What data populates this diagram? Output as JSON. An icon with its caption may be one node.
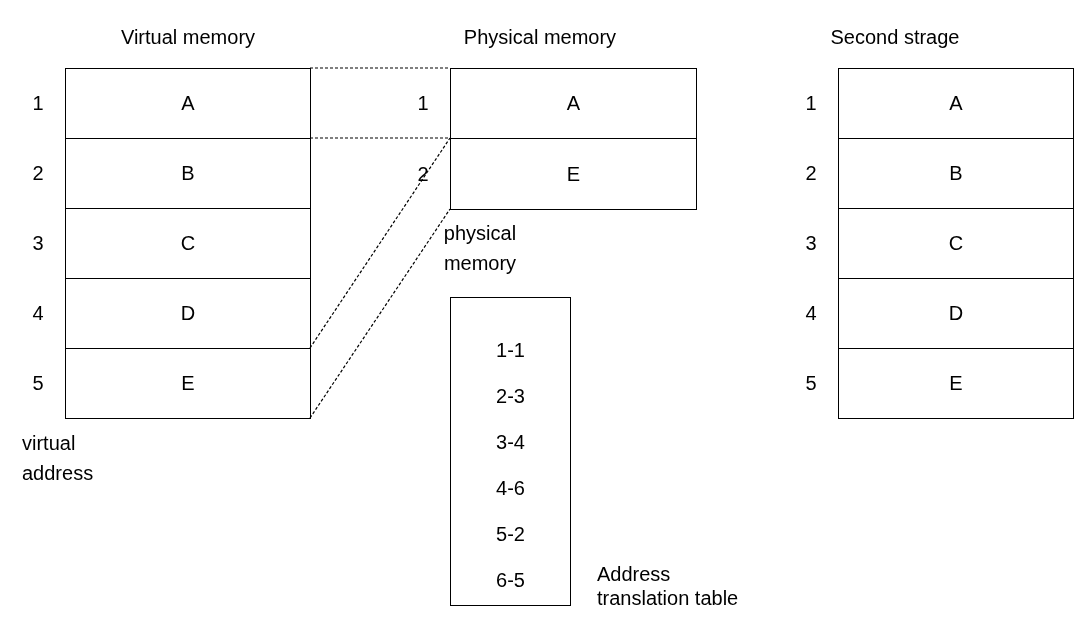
{
  "diagram": {
    "nodes": [
      {
        "text": [
          "Virtual memory"
        ]
      },
      {
        "text": [
          "A"
        ],
        "in": 0,
        "beside": [
          "1"
        ]
      },
      {
        "text": [
          "B"
        ],
        "in": 0,
        "beside": [
          "2"
        ]
      },
      {
        "text": [
          "C"
        ],
        "in": 0,
        "beside": [
          "3"
        ]
      },
      {
        "text": [
          "D"
        ],
        "in": 0,
        "beside": [
          "4"
        ]
      },
      {
        "text": [
          "E"
        ],
        "in": 0,
        "beside": [
          "5"
        ]
      },
      {
        "text": [
          "Physical memory"
        ]
      },
      {
        "text": [
          "A"
        ],
        "in": 6,
        "beside": [
          "1"
        ]
      },
      {
        "text": [
          "E"
        ],
        "in": 6,
        "beside": [
          "2"
        ]
      },
      {
        "text": [
          "1-1",
          "2-3",
          "3-4",
          "4-6",
          "5-2",
          "6-5"
        ],
        "beside": [
          "Address translation table"
        ]
      },
      {
        "text": [
          "Second strage"
        ]
      },
      {
        "text": [
          "A"
        ],
        "in": 10,
        "beside": [
          "1"
        ]
      },
      {
        "text": [
          "B"
        ],
        "in": 10,
        "beside": [
          "2"
        ]
      },
      {
        "text": [
          "C"
        ],
        "in": 10,
        "beside": [
          "3"
        ]
      },
      {
        "text": [
          "D"
        ],
        "in": 10,
        "beside": [
          "4"
        ]
      },
      {
        "text": [
          "E"
        ],
        "in": 10,
        "beside": [
          "5"
        ]
      }
    ],
    "edges": [
      {
        "from": 1,
        "to": 7,
        "arrow": "none",
        "style": "dashed"
      },
      {
        "from": 1,
        "to": 7,
        "arrow": "none",
        "style": "dashed"
      },
      {
        "from": 5,
        "to": 8,
        "arrow": "none",
        "style": "dashed"
      },
      {
        "from": 5,
        "to": 8,
        "arrow": "none",
        "style": "dashed"
      }
    ],
    "labels": [
      "virtual address",
      "physical memory"
    ]
  }
}
